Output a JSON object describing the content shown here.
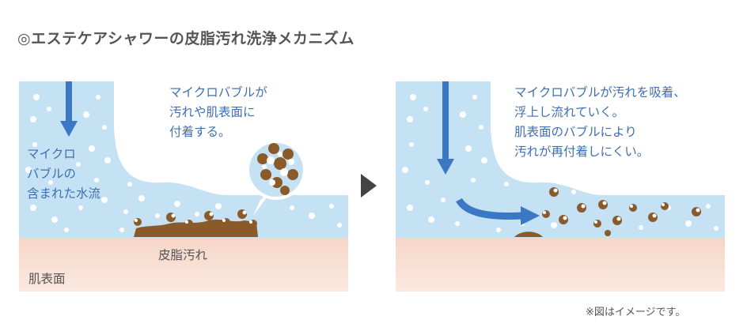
{
  "title": "◎エステケアシャワーの皮脂汚れ洗浄メカニズム",
  "left_panel": {
    "bubble_callout": [
      "マイクロバブルが",
      "汚れや肌表面に",
      "付着する。"
    ],
    "water_label": [
      "マイクロ",
      "バブルの",
      "含まれた水流"
    ],
    "dirt_label": "皮脂汚れ",
    "skin_label": "肌表面"
  },
  "right_panel": {
    "description": [
      "マイクロバブルが汚れを吸着、",
      "浮上し流れていく。",
      "肌表面のバブルにより",
      "汚れが再付着しにくい。"
    ]
  },
  "note": "※図はイメージです。",
  "colors": {
    "water": "#c5e1f4",
    "skin": "#f7ddd0",
    "arrow": "#3b78c4",
    "dirt": "#8a5a2b",
    "text_blue": "#3f6fb0"
  }
}
